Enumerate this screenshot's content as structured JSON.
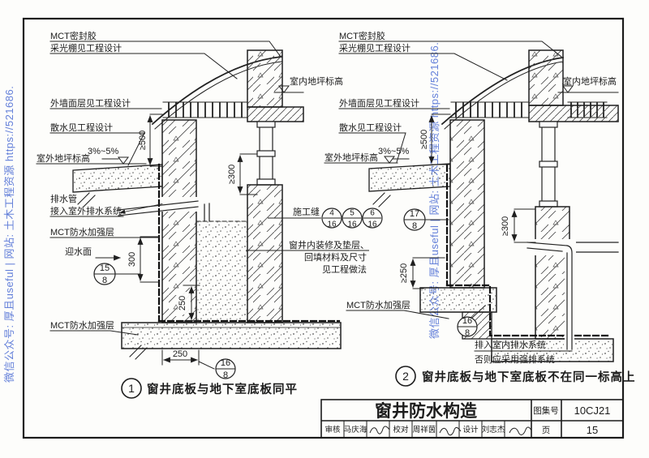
{
  "watermark": {
    "text": "微信公众号: 厚且useful | 网站: 土木工程资源 https://521686."
  },
  "detail1": {
    "labels": {
      "sealant": "MCT密封胶",
      "skylight": "采光棚见工程设计",
      "wall_finish": "外墙面层见工程设计",
      "apron": "散水见工程设计",
      "outdoor_level": "室外地坪标高",
      "slope": "3%~5%",
      "indoor_level": "室内地坪标高",
      "drain1": "排水管",
      "drain2": "接入室外排水系统",
      "mct_upper": "MCT防水加强层",
      "water_face": "迎水面",
      "mct_lower": "MCT防水加强层"
    },
    "dims": {
      "h500": "≥500",
      "v300a": "≥300",
      "v300b": "300",
      "v250": "250",
      "h250": "250"
    },
    "refs": {
      "r15": {
        "num": "15",
        "den": "8"
      },
      "r16": {
        "num": "16",
        "den": "8"
      }
    },
    "caption_no": "1",
    "caption": "窗井底板与地下室底板同平"
  },
  "shared": {
    "construction_joint": "施工缝",
    "well_note_line1": "窗井内装修及垫层、",
    "well_note_line2": "回填材料及尺寸",
    "well_note_line3": "见工程做法",
    "refs": {
      "r4": {
        "num": "4",
        "den": "16"
      },
      "r5": {
        "num": "5",
        "den": "16"
      },
      "r6": {
        "num": "6",
        "den": "16"
      }
    }
  },
  "detail2": {
    "labels": {
      "sealant": "MCT密封胶",
      "skylight": "采光棚见工程设计",
      "wall_finish": "外墙面层见工程设计",
      "apron": "散水见工程设计",
      "outdoor_level": "室外地坪标高",
      "slope": "3%~5%",
      "indoor_level": "室内地坪标高",
      "mct_strength": "MCT防水加强层",
      "drain1": "排入室内排水系统",
      "drain2": "否则应采用强排系统"
    },
    "dims": {
      "h500": "≥500",
      "v250": "≥250",
      "v300": "≥300"
    },
    "refs": {
      "r17": {
        "num": "17",
        "den": "8"
      },
      "r16": {
        "num": "16",
        "den": "8"
      }
    },
    "caption_no": "2",
    "caption": "窗井底板与地下室底板不在同一标高上"
  },
  "title_block": {
    "title": "窗井防水构造",
    "atlas_label": "图集号",
    "atlas_no": "10CJ21",
    "page_label": "页",
    "page_no": "15",
    "reviewer_label": "审核",
    "reviewer": "马庆海",
    "checker_label": "校对",
    "checker": "周祥茵",
    "designer_label": "设计",
    "designer": "刘志杰"
  }
}
